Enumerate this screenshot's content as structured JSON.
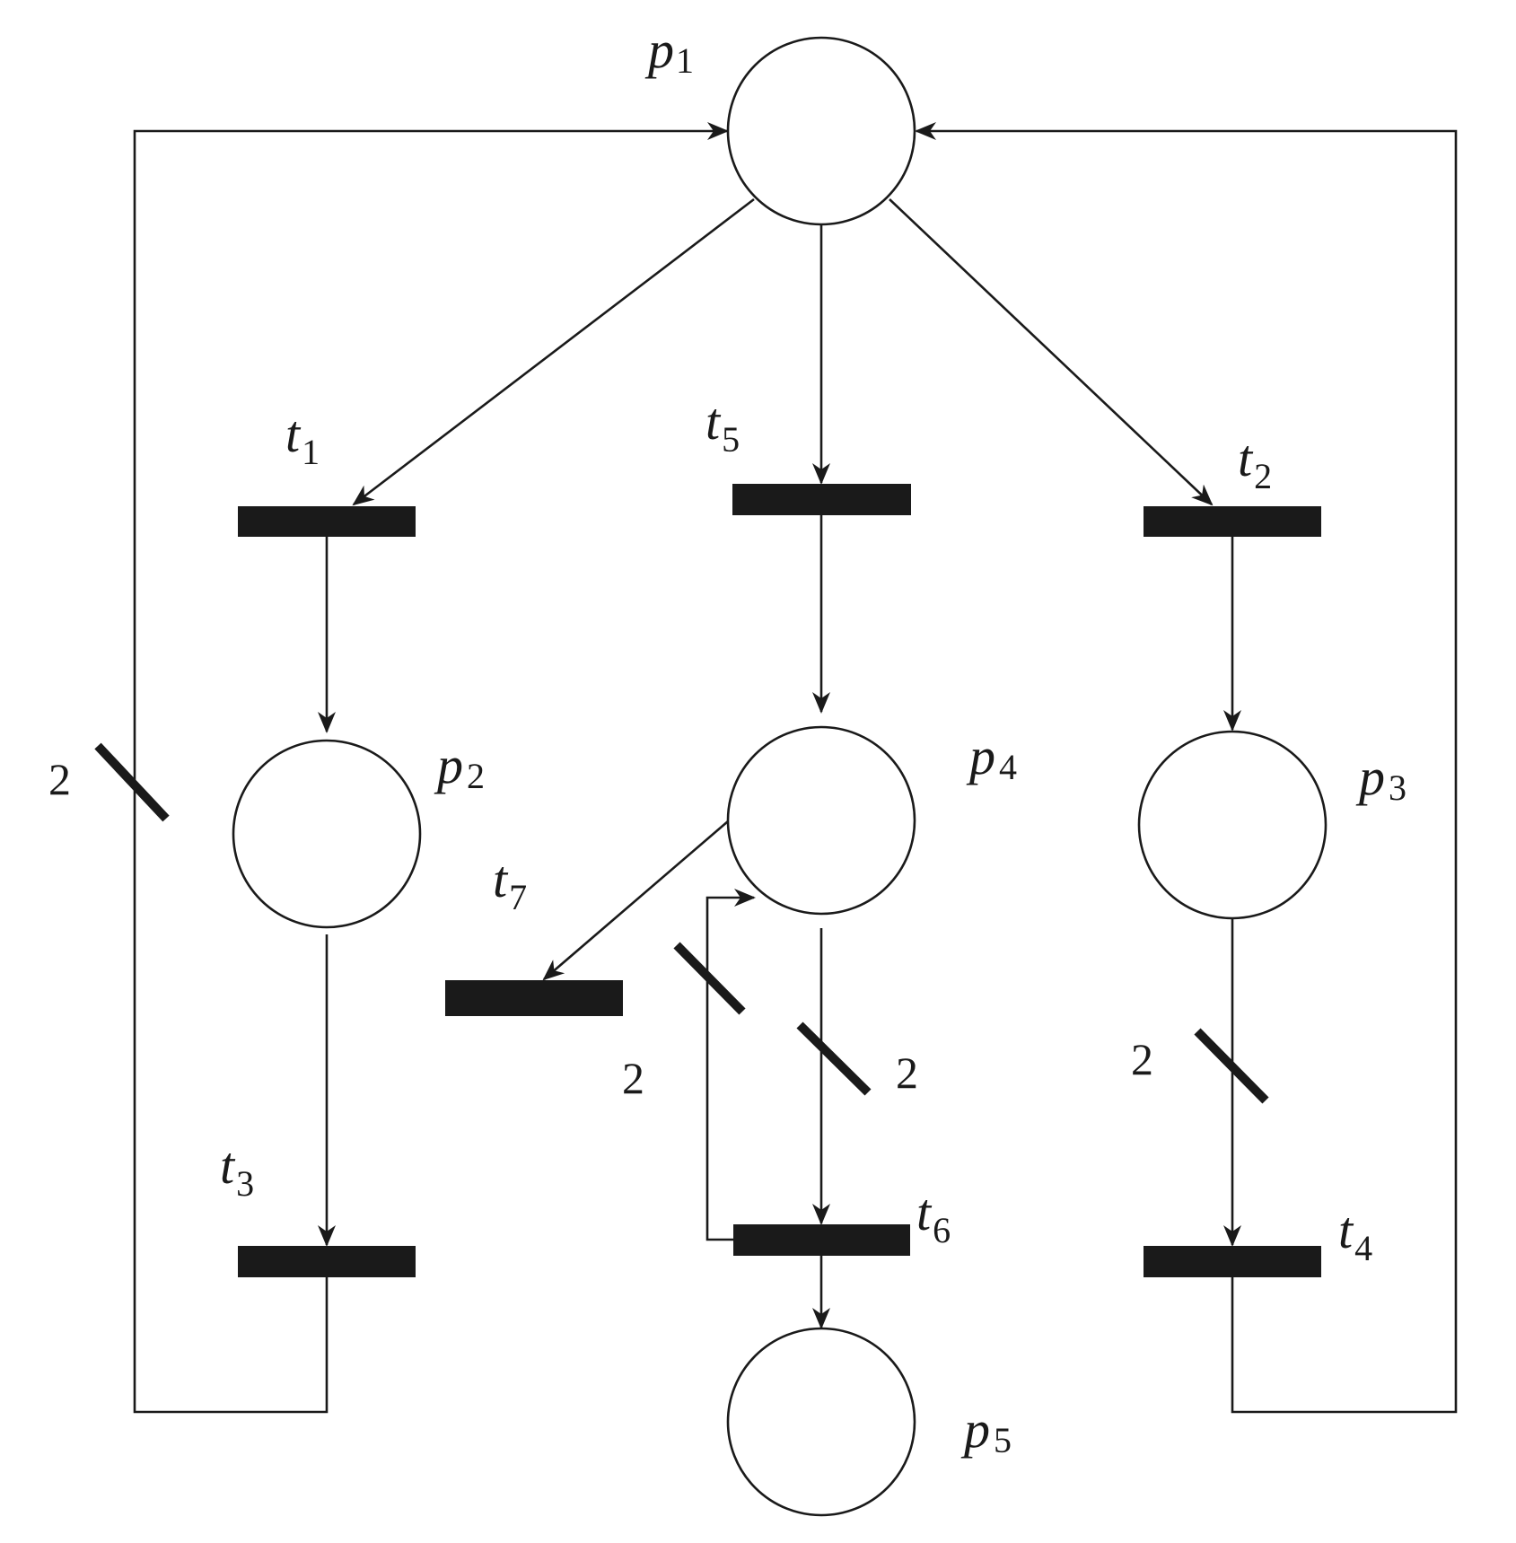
{
  "title": "Petri net",
  "places": [
    {
      "id": "p1",
      "name": "p",
      "sub": "1",
      "tokens": 0
    },
    {
      "id": "p2",
      "name": "p",
      "sub": "2",
      "tokens": 0
    },
    {
      "id": "p3",
      "name": "p",
      "sub": "3",
      "tokens": 0
    },
    {
      "id": "p4",
      "name": "p",
      "sub": "4",
      "tokens": 0
    },
    {
      "id": "p5",
      "name": "p",
      "sub": "5",
      "tokens": 0
    }
  ],
  "transitions": [
    {
      "id": "t1",
      "name": "t",
      "sub": "1"
    },
    {
      "id": "t2",
      "name": "t",
      "sub": "2"
    },
    {
      "id": "t3",
      "name": "t",
      "sub": "3"
    },
    {
      "id": "t4",
      "name": "t",
      "sub": "4"
    },
    {
      "id": "t5",
      "name": "t",
      "sub": "5"
    },
    {
      "id": "t6",
      "name": "t",
      "sub": "6"
    },
    {
      "id": "t7",
      "name": "t",
      "sub": "7"
    }
  ],
  "arcs": [
    {
      "from": "p1",
      "to": "t1",
      "weight": 1
    },
    {
      "from": "p1",
      "to": "t5",
      "weight": 1
    },
    {
      "from": "p1",
      "to": "t2",
      "weight": 1
    },
    {
      "from": "t1",
      "to": "p2",
      "weight": 1
    },
    {
      "from": "t5",
      "to": "p4",
      "weight": 1
    },
    {
      "from": "t2",
      "to": "p3",
      "weight": 1
    },
    {
      "from": "p2",
      "to": "t3",
      "weight": 1
    },
    {
      "from": "t3",
      "to": "p1",
      "weight": 2
    },
    {
      "from": "p3",
      "to": "t4",
      "weight": 2
    },
    {
      "from": "t4",
      "to": "p1",
      "weight": 1
    },
    {
      "from": "p4",
      "to": "t7",
      "weight": 1
    },
    {
      "from": "p4",
      "to": "t6",
      "weight": 2
    },
    {
      "from": "t6",
      "to": "p4",
      "weight": 2
    },
    {
      "from": "t6",
      "to": "p5",
      "weight": 1
    }
  ],
  "weight_labels": {
    "t3_p1": "2",
    "p3_t4": "2",
    "p4_t6": "2",
    "t6_p4": "2"
  }
}
